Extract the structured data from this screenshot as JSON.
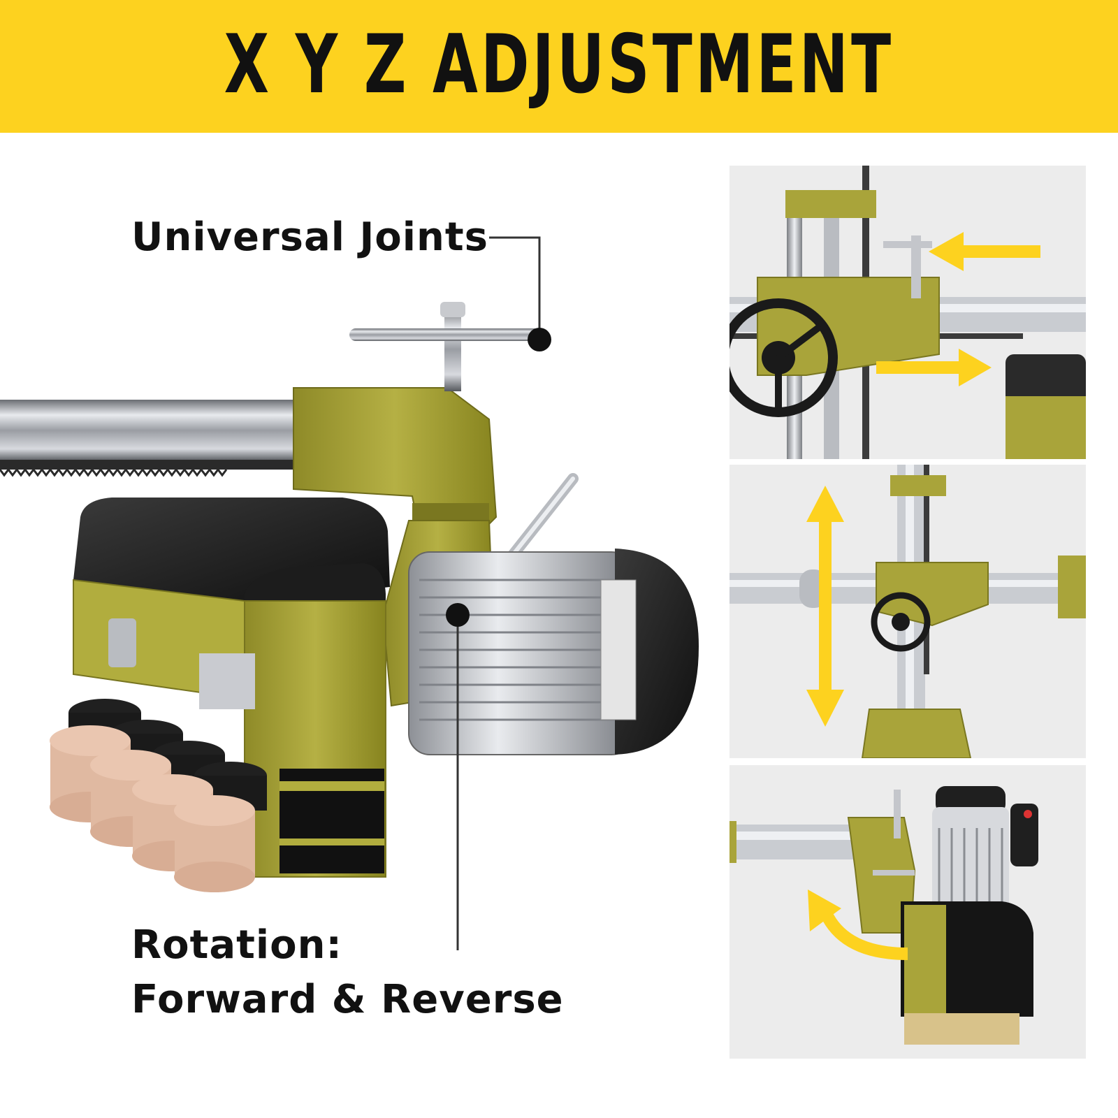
{
  "header": {
    "title": "X Y Z ADJUSTMENT"
  },
  "callouts": {
    "universal_joints": "Universal Joints",
    "rotation_line1": "Rotation:",
    "rotation_line2": "Forward & Reverse"
  },
  "colors": {
    "banner": "#fdd21f",
    "machine_green": "#a9a43a",
    "arrow_yellow": "#fdd21f"
  },
  "panels": [
    {
      "name": "horizontal-adjustment",
      "arrows": [
        "arrow-left-icon",
        "arrow-right-icon"
      ]
    },
    {
      "name": "vertical-adjustment",
      "arrows": [
        "arrow-up-down-icon"
      ]
    },
    {
      "name": "rotation-adjustment",
      "arrows": [
        "curved-arrow-icon"
      ]
    }
  ]
}
